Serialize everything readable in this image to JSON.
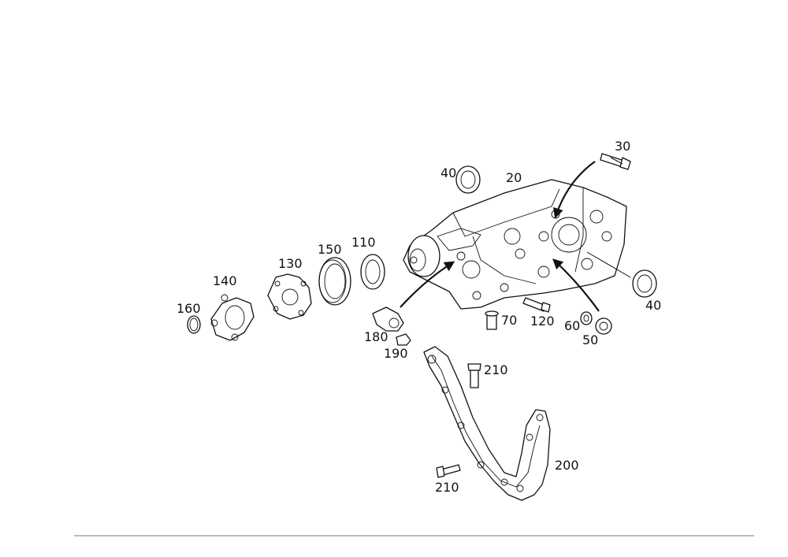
{
  "callouts": [
    {
      "id": "c30",
      "text": "30"
    },
    {
      "id": "c40a",
      "text": "40"
    },
    {
      "id": "c20",
      "text": "20"
    },
    {
      "id": "c110",
      "text": "110"
    },
    {
      "id": "c150",
      "text": "150"
    },
    {
      "id": "c130",
      "text": "130"
    },
    {
      "id": "c140",
      "text": "140"
    },
    {
      "id": "c160",
      "text": "160"
    },
    {
      "id": "c40b",
      "text": "40"
    },
    {
      "id": "c70",
      "text": "70"
    },
    {
      "id": "c120",
      "text": "120"
    },
    {
      "id": "c60",
      "text": "60"
    },
    {
      "id": "c50",
      "text": "50"
    },
    {
      "id": "c180",
      "text": "180"
    },
    {
      "id": "c190",
      "text": "190"
    },
    {
      "id": "c210a",
      "text": "210"
    },
    {
      "id": "c200",
      "text": "200"
    },
    {
      "id": "c210b",
      "text": "210"
    }
  ]
}
